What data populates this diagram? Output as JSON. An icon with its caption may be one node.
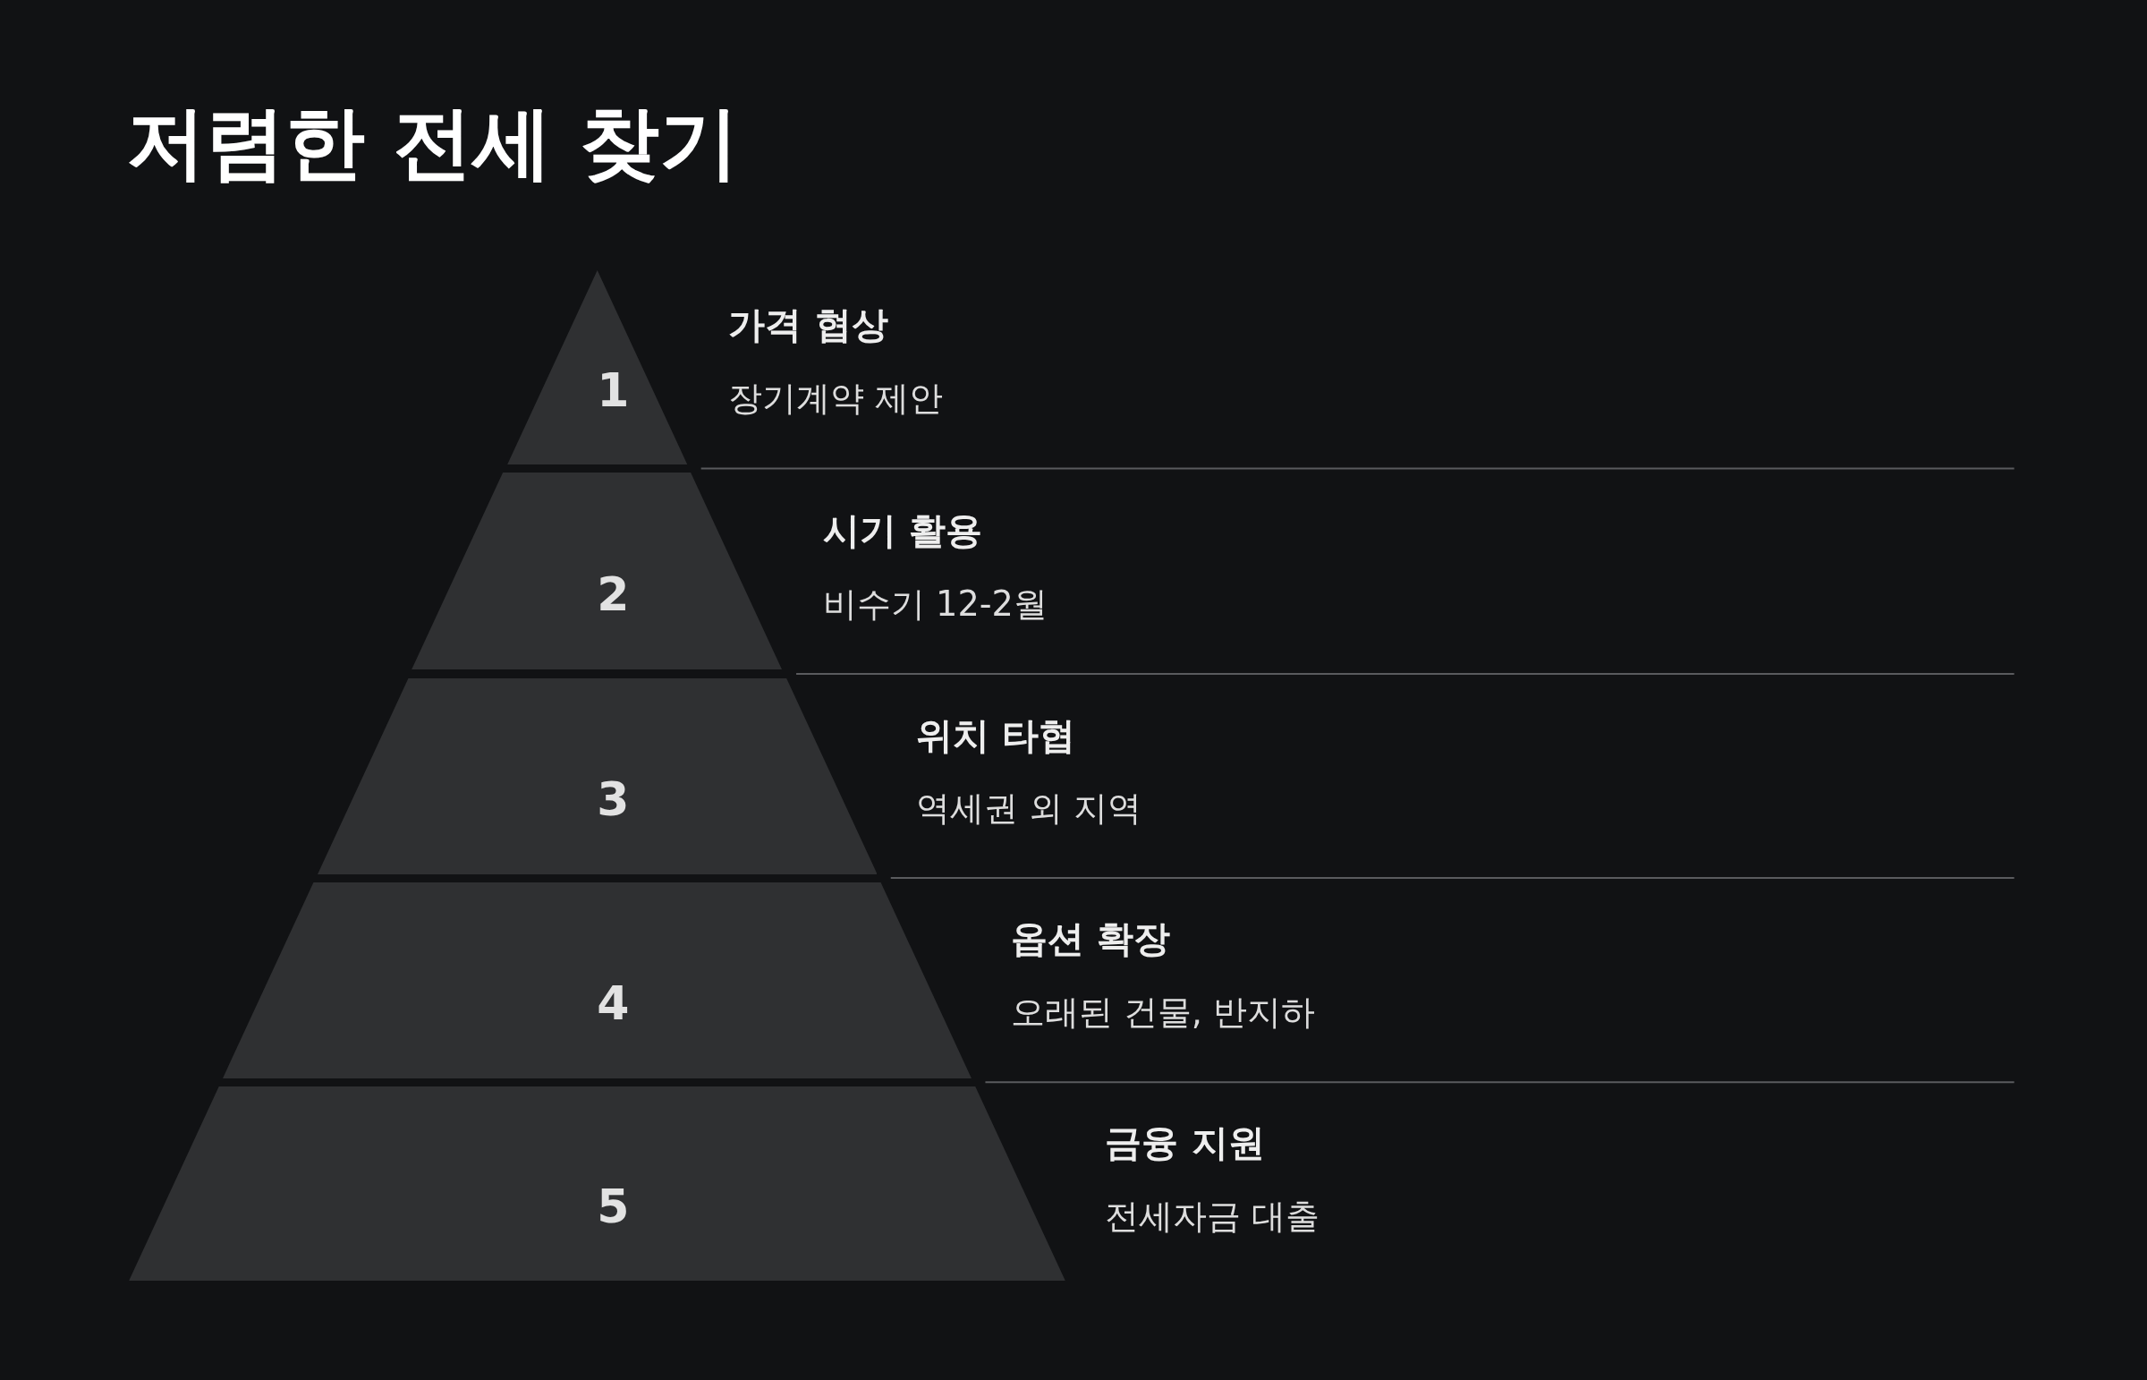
{
  "diagram": {
    "title": "저렴한 전세 찾기",
    "nodes": [
      {
        "text": [
          "1"
        ],
        "beside": [
          "가격 협상",
          "장기계약 제안"
        ]
      },
      {
        "text": [
          "2"
        ],
        "beside": [
          "시기 활용",
          "비수기 12-2월"
        ]
      },
      {
        "text": [
          "3"
        ],
        "beside": [
          "위치 타협",
          "역세권 외 지역"
        ]
      },
      {
        "text": [
          "4"
        ],
        "beside": [
          "옵션 확장",
          "오래된 건물, 반지하"
        ]
      },
      {
        "text": [
          "5"
        ],
        "beside": [
          "금융 지원",
          "전세자금 대출"
        ]
      }
    ]
  }
}
